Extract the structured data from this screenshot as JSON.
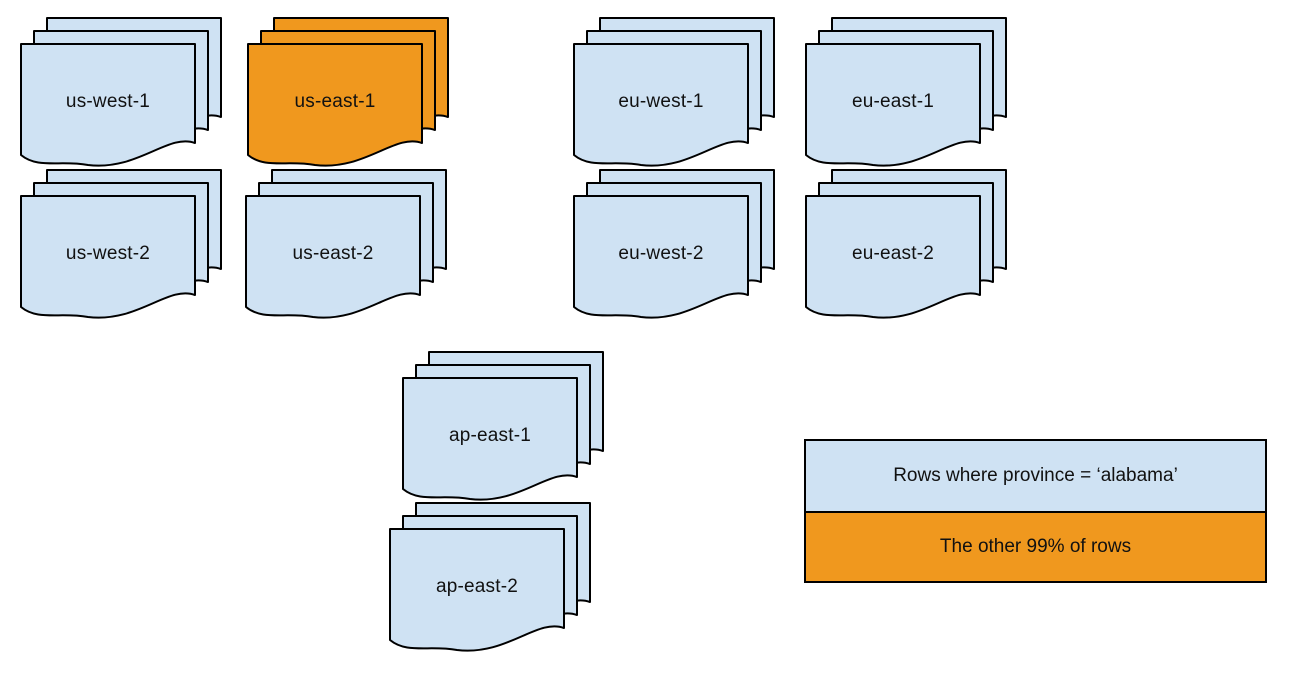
{
  "colors": {
    "doc_fill": "#cfe2f3",
    "highlight_fill": "#f0981e",
    "stroke": "#000000",
    "text": "#111111"
  },
  "diagram": {
    "description": "Document stacks representing data partitions per cloud region; one region highlighted",
    "stacks": [
      {
        "id": "us-west-1",
        "label": "us-west-1",
        "variant": "default"
      },
      {
        "id": "us-east-1",
        "label": "us-east-1",
        "variant": "highlighted"
      },
      {
        "id": "eu-west-1",
        "label": "eu-west-1",
        "variant": "default"
      },
      {
        "id": "eu-east-1",
        "label": "eu-east-1",
        "variant": "default"
      },
      {
        "id": "us-west-2",
        "label": "us-west-2",
        "variant": "default"
      },
      {
        "id": "us-east-2",
        "label": "us-east-2",
        "variant": "default"
      },
      {
        "id": "eu-west-2",
        "label": "eu-west-2",
        "variant": "default"
      },
      {
        "id": "eu-east-2",
        "label": "eu-east-2",
        "variant": "default"
      },
      {
        "id": "ap-east-1",
        "label": "ap-east-1",
        "variant": "default"
      },
      {
        "id": "ap-east-2",
        "label": "ap-east-2",
        "variant": "default"
      }
    ]
  },
  "legend": {
    "rows": [
      {
        "label": "Rows where province = ‘alabama’",
        "variant": "default"
      },
      {
        "label": "The other 99% of rows",
        "variant": "highlighted"
      }
    ]
  }
}
